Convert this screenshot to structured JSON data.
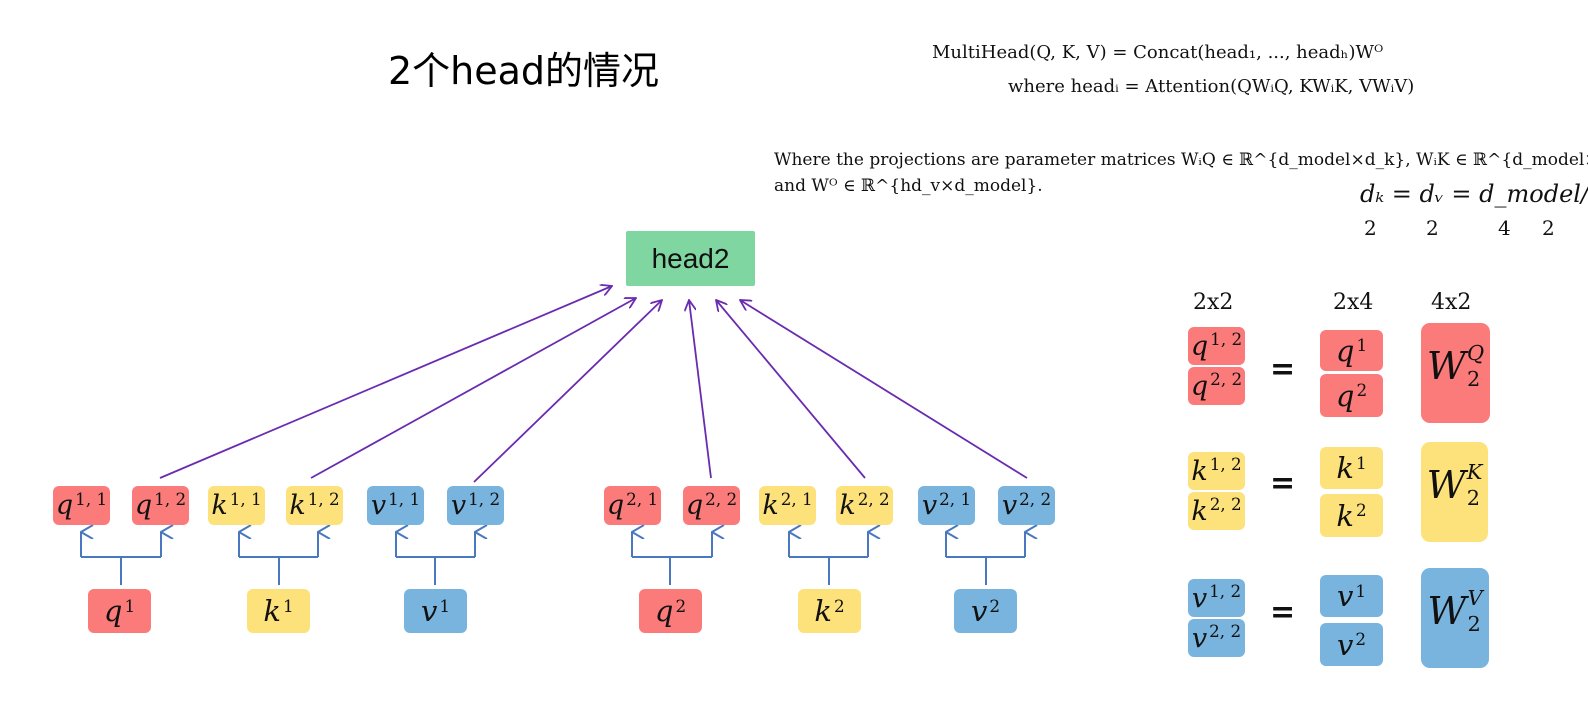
{
  "title": "2个head的情况",
  "head_box": "head2",
  "formula": {
    "line1": "MultiHead(Q, K, V) = Concat(head₁, ..., headₕ)Wᴼ",
    "line2": "where headᵢ = Attention(QWᵢQ, KWᵢK, VWᵢV)",
    "line3": "Where the projections are parameter matrices WᵢQ ∈ ℝ^{d_model×d_k}, WᵢK ∈ ℝ^{d_model×d_k}, WᵢV ∈ ℝ^{d_model×d_v}",
    "line4": "and Wᴼ ∈ ℝ^{hd_v×d_model}.",
    "dim_eq": "dₖ = dᵥ = d_model/h",
    "dim_vals": [
      "2",
      "2",
      "4",
      "2"
    ]
  },
  "matrix_dims": [
    "2x2",
    "2x4",
    "4x2"
  ],
  "equals_sign": "=",
  "inputs": [
    {
      "base": "q",
      "sup": "1"
    },
    {
      "base": "k",
      "sup": "1"
    },
    {
      "base": "v",
      "sup": "1"
    },
    {
      "base": "q",
      "sup": "2"
    },
    {
      "base": "k",
      "sup": "2"
    },
    {
      "base": "v",
      "sup": "2"
    }
  ],
  "split_vectors": [
    {
      "base": "q",
      "sup": "1, 1"
    },
    {
      "base": "q",
      "sup": "1, 2"
    },
    {
      "base": "k",
      "sup": "1, 1"
    },
    {
      "base": "k",
      "sup": "1, 2"
    },
    {
      "base": "v",
      "sup": "1, 1"
    },
    {
      "base": "v",
      "sup": "1, 2"
    },
    {
      "base": "q",
      "sup": "2, 1"
    },
    {
      "base": "q",
      "sup": "2, 2"
    },
    {
      "base": "k",
      "sup": "2, 1"
    },
    {
      "base": "k",
      "sup": "2, 2"
    },
    {
      "base": "v",
      "sup": "2, 1"
    },
    {
      "base": "v",
      "sup": "2, 2"
    }
  ],
  "projections": [
    {
      "lhs": [
        {
          "base": "q",
          "sup": "1, 2"
        },
        {
          "base": "q",
          "sup": "2, 2"
        }
      ],
      "mid": [
        {
          "base": "q",
          "sup": "1"
        },
        {
          "base": "q",
          "sup": "2"
        }
      ],
      "w": {
        "base": "W",
        "sup": "Q",
        "sub": "2"
      }
    },
    {
      "lhs": [
        {
          "base": "k",
          "sup": "1, 2"
        },
        {
          "base": "k",
          "sup": "2, 2"
        }
      ],
      "mid": [
        {
          "base": "k",
          "sup": "1"
        },
        {
          "base": "k",
          "sup": "2"
        }
      ],
      "w": {
        "base": "W",
        "sup": "K",
        "sub": "2"
      }
    },
    {
      "lhs": [
        {
          "base": "v",
          "sup": "1, 2"
        },
        {
          "base": "v",
          "sup": "2, 2"
        }
      ],
      "mid": [
        {
          "base": "v",
          "sup": "1"
        },
        {
          "base": "v",
          "sup": "2"
        }
      ],
      "w": {
        "base": "W",
        "sup": "V",
        "sub": "2"
      }
    }
  ],
  "colors": {
    "q": "#fb7a7a",
    "k": "#fde27b",
    "v": "#79b4de",
    "head": "#7fd6a0",
    "split_arrow": "#4a78c0",
    "head_arrow": "#6a2bb0"
  }
}
